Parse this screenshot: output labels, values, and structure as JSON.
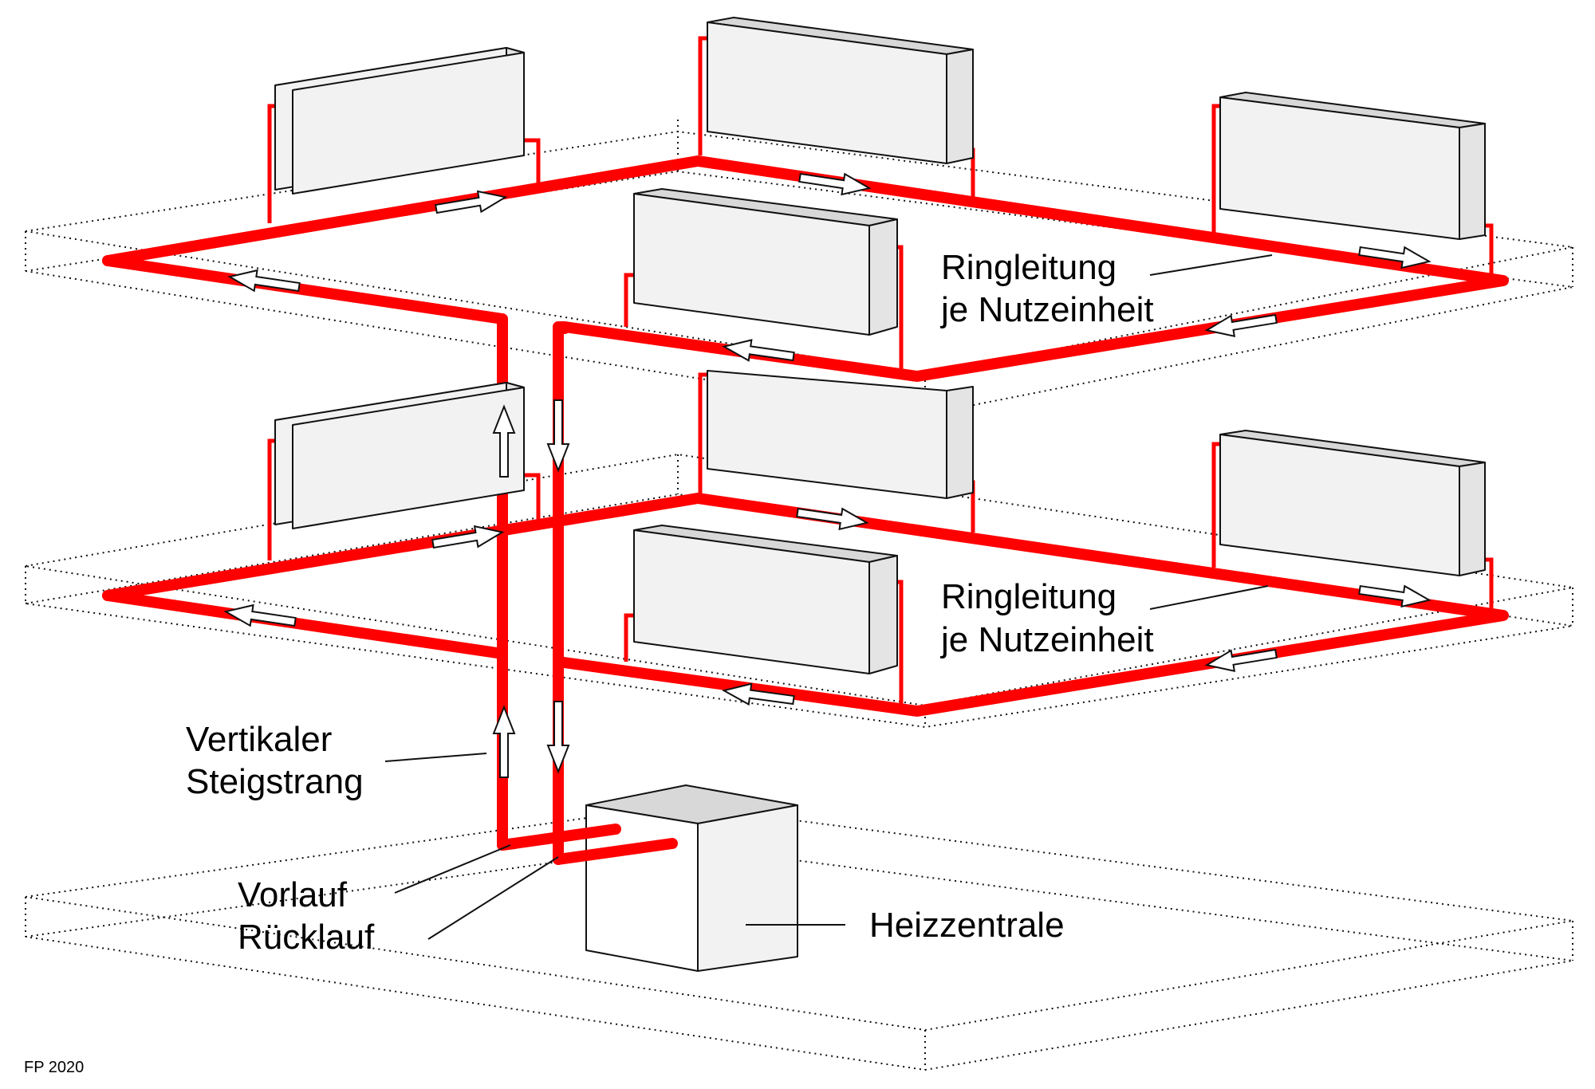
{
  "labels": {
    "ring_top_1": "Ringleitung",
    "ring_top_2": "je Nutzeinheit",
    "ring_bottom_1": "Ringleitung",
    "ring_bottom_2": "je Nutzeinheit",
    "riser_1": "Vertikaler",
    "riser_2": "Steigstrang",
    "supply": "Vorlauf",
    "return": "Rücklauf",
    "central": "Heizzentrale",
    "credit": "FP 2020"
  },
  "colors": {
    "pipe": "#ff0000",
    "radiator_front": "#f2f2f2",
    "radiator_side": "#e4e4e4",
    "radiator_top": "#d8d8d8",
    "outline": "#111111",
    "background": "#ffffff"
  }
}
